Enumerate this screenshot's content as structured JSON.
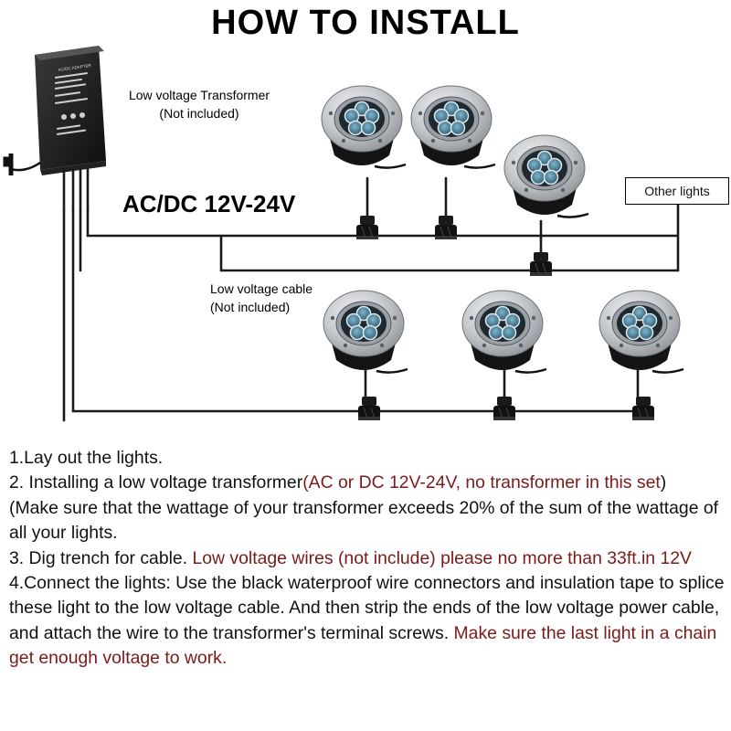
{
  "title": "HOW TO INSTALL",
  "labels": {
    "transformer_name": "Low voltage Transformer",
    "transformer_note": "(Not included)",
    "voltage": "AC/DC 12V-24V",
    "cable_name": "Low voltage cable",
    "cable_note": "(Not included)",
    "other_lights": "Other lights",
    "adapter_text": "AC/DC ADAPTER"
  },
  "steps": [
    {
      "parts": [
        {
          "text": "1.Lay out the lights.",
          "emphasis": false
        }
      ]
    },
    {
      "parts": [
        {
          "text": "2. Installing a low voltage transformer",
          "emphasis": false
        },
        {
          "text": "(AC or DC 12V-24V, no transformer in this set",
          "emphasis": true
        },
        {
          "text": ")",
          "emphasis": false
        }
      ]
    },
    {
      "parts": [
        {
          "text": "(Make sure that the wattage of your transformer exceeds 20% of the sum of the wattage of all your lights.",
          "emphasis": false
        }
      ]
    },
    {
      "parts": [
        {
          "text": "3. Dig trench for cable. ",
          "emphasis": false
        },
        {
          "text": "Low voltage wires (not include) please no more than 33ft.in 12V",
          "emphasis": true
        }
      ]
    },
    {
      "parts": [
        {
          "text": "4.Connect the lights: Use the black waterproof wire connectors and insulation tape to splice these light to the low voltage cable. And then strip the ends of the low voltage power cable, and attach the wire to the transformer's terminal screws. ",
          "emphasis": false
        },
        {
          "text": "Make sure the last light in a chain get enough voltage to work.",
          "emphasis": true
        }
      ]
    }
  ],
  "colors": {
    "emphasis": "#7b1a1a",
    "wire": "#1a1a1a",
    "steel": "#c9ccd0",
    "lens": "#3d6e88"
  }
}
